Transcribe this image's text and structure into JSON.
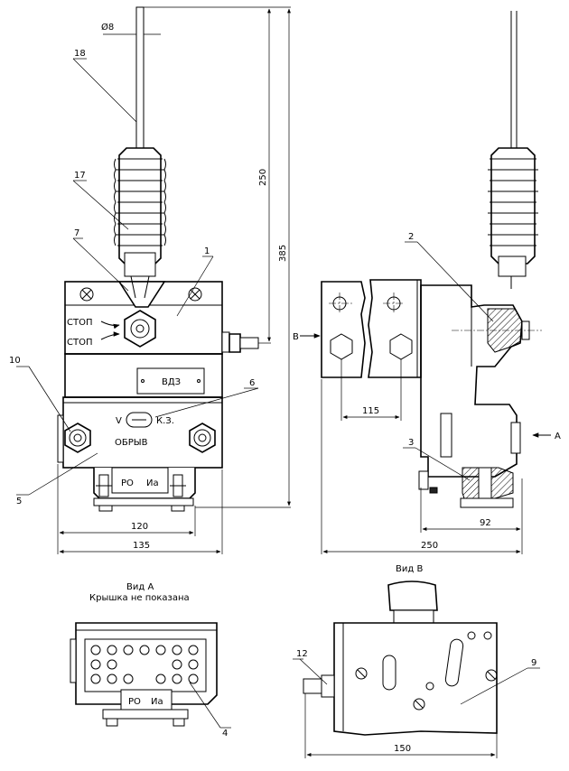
{
  "dimensions": {
    "rod_diameter": "Ø8",
    "rod_length": "250",
    "total_height": "385",
    "front_width_inner": "120",
    "front_width_outer": "135",
    "side_width": "250",
    "side_depth": "92",
    "mount_spacing": "115",
    "view_b_width": "150"
  },
  "part_numbers": {
    "p1": "1",
    "p2": "2",
    "p3": "3",
    "p4": "4",
    "p5": "5",
    "p6": "6",
    "p7": "7",
    "p9": "9",
    "p10": "10",
    "p12": "12",
    "p17": "17",
    "p18": "18"
  },
  "front_labels": {
    "stop_top": "СТОП",
    "stop_bottom": "СТОП",
    "plate": "ВДЗ",
    "v_mark": "V",
    "kz_mark": "К.З.",
    "break_mark": "ОБРЫВ",
    "terminal_ro": "РО",
    "terminal_ia": "Иа"
  },
  "view_labels": {
    "arrow_a": "А",
    "arrow_b": "В",
    "view_a_title": "Вид А",
    "view_a_note": "Крышка не показана",
    "view_b_title": "Вид В"
  },
  "view_a_labels": {
    "terminal_ro": "РО",
    "terminal_ia": "Иа"
  }
}
